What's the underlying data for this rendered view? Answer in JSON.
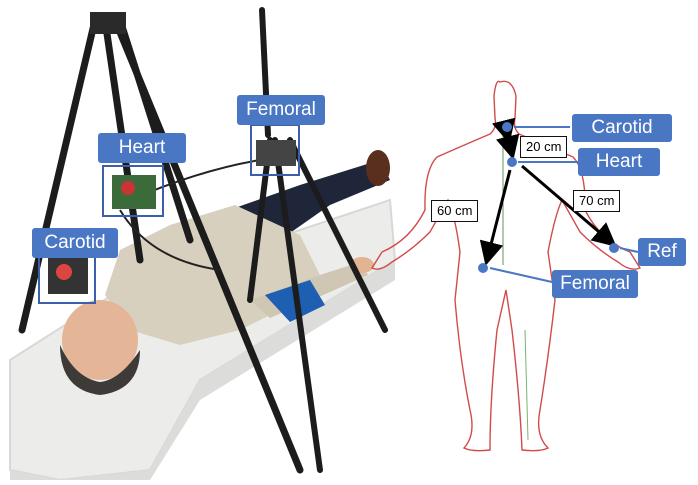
{
  "photo": {
    "labels": {
      "heart": "Heart",
      "femoral": "Femoral",
      "carotid": "Carotid"
    }
  },
  "diagram": {
    "labels": {
      "carotid": "Carotid",
      "heart": "Heart",
      "femoral": "Femoral",
      "ref": "Ref"
    },
    "distances": {
      "heart_to_carotid": "20 cm",
      "heart_to_femoral": "60 cm",
      "heart_to_ref": "70 cm"
    }
  },
  "colors": {
    "label_fill": "#4a77c4",
    "marker": "#4a77c4",
    "outline": "#d24b4b"
  }
}
